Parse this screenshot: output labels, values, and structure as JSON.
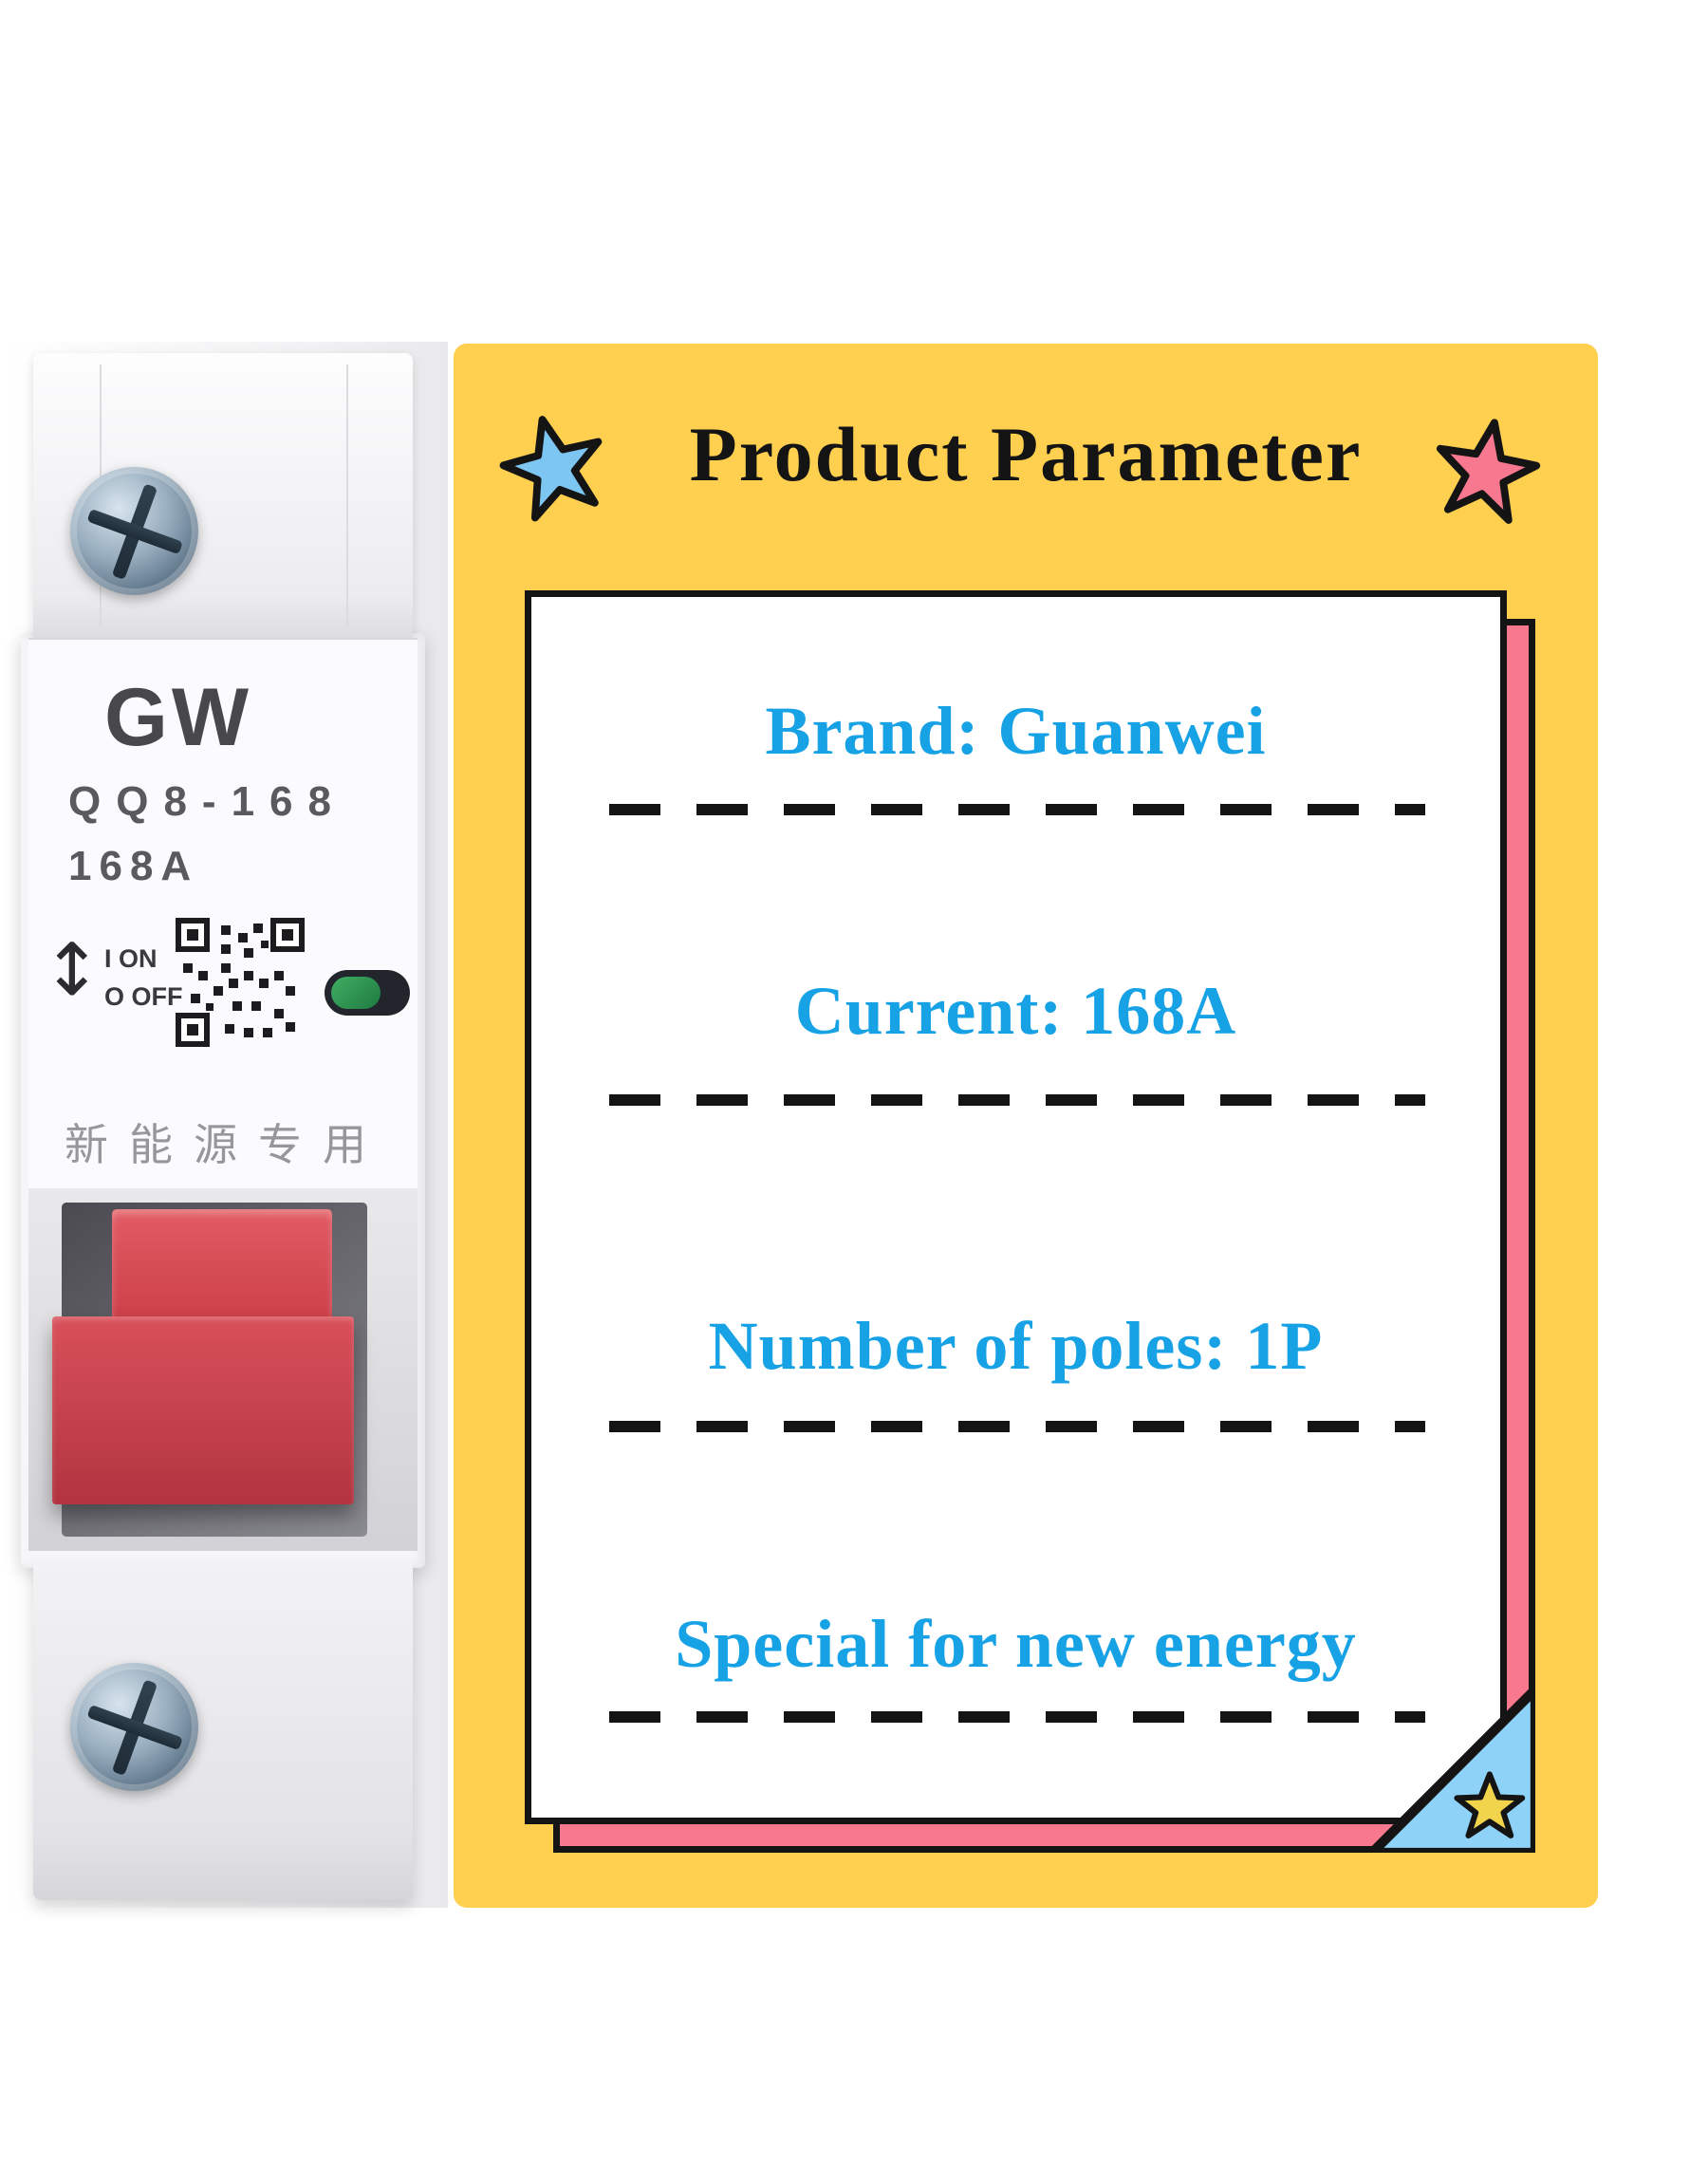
{
  "panel": {
    "title": "Product Parameter",
    "bg_color": "#FFD04F",
    "title_color": "#141414",
    "left_star_color": "#7EC6F2",
    "right_star_color": "#F8798F"
  },
  "card": {
    "bg_color": "#FFFFFF",
    "border_color": "#141414",
    "back_sheet_color": "#F8788E",
    "text_color": "#18A2E6",
    "rows": [
      {
        "label": "Brand: Guanwei"
      },
      {
        "label": "Current: 168A"
      },
      {
        "label": "Number of poles: 1P"
      },
      {
        "label": "Special for new energy"
      }
    ],
    "corner": {
      "fold_color": "#8ED2F8",
      "star_color": "#F2D44C"
    }
  },
  "breaker": {
    "brand": "GW",
    "model": "QQ8-168",
    "rating": "168A",
    "arrow": "↕",
    "on_label": "I ON",
    "off_label": "O OFF",
    "usage_label": "新能源专用",
    "handle_color": "#C63845",
    "indicator_color": "#2F9D55"
  }
}
